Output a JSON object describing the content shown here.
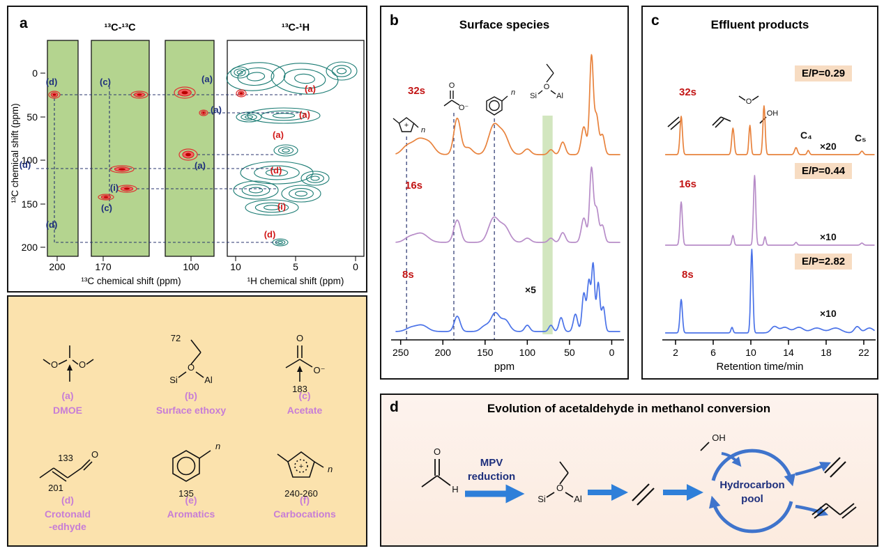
{
  "panel_a": {
    "label": "a",
    "plot": {
      "title_cc": "¹³C-¹³C",
      "title_ch": "¹³C-¹H",
      "ylabel": "¹³C chemical shift (ppm)",
      "xlabel_cc": "¹³C chemical shift (ppm)",
      "xlabel_ch": "¹H chemical shift (ppm)",
      "y_ticks": [
        "0",
        "50",
        "100",
        "150",
        "200"
      ],
      "cc_ticks": [
        "200",
        "170",
        "100"
      ],
      "ch_ticks": [
        "10",
        "5",
        "0"
      ]
    },
    "legend": {
      "items": [
        {
          "key": "(a)",
          "name": "DMOE",
          "name2": ""
        },
        {
          "key": "(b)",
          "name": "Surface ethoxy",
          "name2": "",
          "number": "72"
        },
        {
          "key": "(c)",
          "name": "Acetate",
          "name2": "",
          "number": "183"
        },
        {
          "key": "(d)",
          "name": "Crotonald",
          "name2": "-edhyde",
          "number": "133",
          "number2": "201"
        },
        {
          "key": "(e)",
          "name": "Aromatics",
          "name2": "",
          "number": "135"
        },
        {
          "key": "(f)",
          "name": "Carbocations",
          "name2": "",
          "number": "240-260"
        }
      ],
      "atoms": {
        "o": "O",
        "o_minus": "O⁻",
        "si": "Si",
        "al": "Al",
        "n": "n",
        "plus": "+"
      }
    }
  },
  "panel_b": {
    "label": "b",
    "title": "Surface species",
    "xlabel": "ppm",
    "scale_label": "×5",
    "series_labels": [
      "32s",
      "16s",
      "8s"
    ],
    "atoms": {
      "si": "Si",
      "o": "O",
      "al": "Al",
      "o_minus": "O⁻",
      "n": "n",
      "plus": "+"
    }
  },
  "panel_c": {
    "label": "c",
    "title": "Effluent products",
    "xlabel": "Retention time/min",
    "series_labels": [
      "32s",
      "16s",
      "8s"
    ],
    "badges": [
      "E/P=0.29",
      "E/P=0.44",
      "E/P=2.82"
    ],
    "scale_labels": [
      "×20",
      "×10",
      "×10"
    ],
    "annotations": {
      "oh": "OH",
      "o": "O",
      "c4": "C₄",
      "c5": "C₅"
    }
  },
  "panel_d": {
    "label": "d",
    "title": "Evolution of acetaldehyde in methanol conversion",
    "arrow_label_line1": "MPV",
    "arrow_label_line2": "reduction",
    "pool_line1": "Hydrocarbon",
    "pool_line2": "pool",
    "atoms": {
      "o": "O",
      "h": "H",
      "si": "Si",
      "al": "Al",
      "oh": "OH"
    }
  },
  "colors": {
    "trace_32s": "#e8823c",
    "trace_16s": "#b78cc8",
    "trace_8s": "#4a72e8",
    "strip_green": "#b4d48f",
    "highlight_green": "#cde3b8",
    "legend_bg": "#fbe2ad",
    "badge_bg": "#f7dcc2",
    "navy": "#1d2f7c",
    "red_label": "#d01616",
    "teal_contour": "#187a72",
    "purple_legend": "#c77dd6",
    "arrow_blue": "#2e7fd9"
  },
  "chart_data": [
    {
      "panel": "b",
      "type": "line",
      "title": "Surface species",
      "xlabel": "ppm",
      "x_axis": {
        "ticks": [
          250,
          200,
          150,
          100,
          50,
          0
        ],
        "range": [
          258,
          -12
        ],
        "reversed": true
      },
      "highlight_band_ppm": [
        82,
        70
      ],
      "dashed_guides_ppm": [
        243,
        187,
        139
      ],
      "series": [
        {
          "name": "32s",
          "color": "#e8823c",
          "baseline": 212,
          "peaks": [
            [
              243,
              10,
              6
            ],
            [
              228,
              22,
              8
            ],
            [
              215,
              12,
              6
            ],
            [
              183,
              52,
              4
            ],
            [
              170,
              10,
              5
            ],
            [
              140,
              40,
              6
            ],
            [
              128,
              28,
              6
            ],
            [
              100,
              8,
              4
            ],
            [
              72,
              7,
              3
            ],
            [
              58,
              18,
              3
            ],
            [
              33,
              40,
              3
            ],
            [
              24,
              140,
              2.2
            ],
            [
              18,
              55,
              2.5
            ],
            [
              11,
              28,
              2.5
            ]
          ]
        },
        {
          "name": "16s",
          "color": "#b78cc8",
          "baseline": 338,
          "peaks": [
            [
              240,
              6,
              6
            ],
            [
              226,
              13,
              8
            ],
            [
              183,
              32,
              4
            ],
            [
              140,
              34,
              6
            ],
            [
              127,
              22,
              6
            ],
            [
              100,
              6,
              4
            ],
            [
              72,
              6,
              3
            ],
            [
              58,
              14,
              3
            ],
            [
              33,
              35,
              3
            ],
            [
              24,
              105,
              2.2
            ],
            [
              18,
              48,
              2.5
            ],
            [
              11,
              24,
              2.5
            ]
          ]
        },
        {
          "name": "8s",
          "color": "#4a72e8",
          "baseline": 466,
          "peaks": [
            [
              238,
              5,
              6
            ],
            [
              225,
              9,
              7
            ],
            [
              183,
              22,
              3.5
            ],
            [
              150,
              8,
              5
            ],
            [
              138,
              26,
              5
            ],
            [
              126,
              16,
              5
            ],
            [
              100,
              9,
              3
            ],
            [
              72,
              9,
              2.5
            ],
            [
              60,
              20,
              2.5
            ],
            [
              43,
              25,
              2.5
            ],
            [
              33,
              55,
              2.2
            ],
            [
              27,
              72,
              2
            ],
            [
              22,
              95,
              1.8
            ],
            [
              16,
              70,
              2
            ],
            [
              10,
              35,
              2
            ]
          ]
        }
      ]
    },
    {
      "panel": "c",
      "type": "line",
      "title": "Effluent products",
      "xlabel": "Retention time/min",
      "x_axis": {
        "ticks": [
          2,
          6,
          10,
          14,
          18,
          22
        ],
        "range": [
          0.9,
          23.2
        ]
      },
      "series": [
        {
          "name": "32s",
          "ep_ratio": "E/P=0.29",
          "color": "#e8823c",
          "baseline": 212,
          "peaks": [
            [
              2.6,
              55,
              0.13
            ],
            [
              8.1,
              38,
              0.13
            ],
            [
              9.9,
              42,
              0.11
            ],
            [
              11.4,
              70,
              0.12
            ],
            [
              14.8,
              10,
              0.15
            ],
            [
              16.1,
              6,
              0.12
            ],
            [
              21.8,
              5,
              0.15
            ]
          ]
        },
        {
          "name": "16s",
          "ep_ratio": "E/P=0.44",
          "color": "#b78cc8",
          "baseline": 342,
          "peaks": [
            [
              2.6,
              62,
              0.13
            ],
            [
              8.1,
              14,
              0.11
            ],
            [
              10.4,
              100,
              0.12
            ],
            [
              11.5,
              12,
              0.1
            ],
            [
              14.8,
              4,
              0.12
            ],
            [
              21.8,
              3,
              0.15
            ]
          ]
        },
        {
          "name": "8s",
          "ep_ratio": "E/P=2.82",
          "color": "#4a72e8",
          "baseline": 468,
          "peaks": [
            [
              2.6,
              48,
              0.13
            ],
            [
              8.0,
              8,
              0.11
            ],
            [
              10.1,
              120,
              0.12
            ],
            [
              12.5,
              9,
              0.35
            ],
            [
              13.6,
              8,
              0.45
            ],
            [
              15.1,
              8,
              0.5
            ],
            [
              17,
              7,
              0.6
            ],
            [
              19,
              7,
              0.6
            ],
            [
              21.3,
              9,
              0.3
            ],
            [
              22.6,
              7,
              0.45
            ]
          ]
        }
      ]
    },
    {
      "panel": "a",
      "type": "2d-correlation",
      "red_peaks": [
        [
          66,
          126,
          8,
          5
        ],
        [
          188,
          126,
          12,
          5
        ],
        [
          253,
          123,
          15,
          8
        ],
        [
          280,
          152,
          6,
          4
        ],
        [
          258,
          212,
          13,
          8
        ],
        [
          163,
          233,
          17,
          5
        ],
        [
          170,
          261,
          14,
          5
        ],
        [
          140,
          273,
          11,
          4
        ],
        [
          334,
          124,
          7,
          5
        ]
      ],
      "teal_blobs": [
        [
          355,
          100,
          42,
          20,
          -4
        ],
        [
          425,
          103,
          48,
          22,
          4
        ],
        [
          478,
          92,
          22,
          13,
          0
        ],
        [
          332,
          94,
          13,
          8,
          0
        ],
        [
          395,
          156,
          52,
          11,
          0
        ],
        [
          345,
          158,
          18,
          7,
          0
        ],
        [
          398,
          206,
          17,
          8,
          0
        ],
        [
          385,
          238,
          52,
          16,
          0
        ],
        [
          355,
          263,
          32,
          13,
          0
        ],
        [
          420,
          268,
          28,
          12,
          0
        ],
        [
          440,
          246,
          20,
          10,
          0
        ],
        [
          378,
          288,
          38,
          11,
          0
        ],
        [
          390,
          338,
          11,
          5,
          0
        ]
      ],
      "navy_labels": [
        [
          62,
          112,
          "(d)"
        ],
        [
          139,
          112,
          "(c)"
        ],
        [
          285,
          108,
          "(a)"
        ],
        [
          298,
          152,
          "(a)"
        ],
        [
          275,
          232,
          "(a)"
        ],
        [
          24,
          231,
          "(d)"
        ],
        [
          152,
          264,
          "(i)"
        ],
        [
          141,
          293,
          "(c)"
        ],
        [
          62,
          317,
          "(d)"
        ]
      ],
      "red_labels": [
        [
          433,
          122,
          "(a)"
        ],
        [
          425,
          159,
          "(a)"
        ],
        [
          387,
          188,
          "(a)"
        ],
        [
          384,
          239,
          "(d)"
        ],
        [
          392,
          291,
          "(i)"
        ],
        [
          375,
          331,
          "(d)"
        ]
      ],
      "dash_h": [
        [
          74,
          424,
          126
        ],
        [
          286,
          418,
          152
        ],
        [
          271,
          382,
          212
        ],
        [
          40,
          380,
          232
        ],
        [
          184,
          386,
          261
        ],
        [
          68,
          386,
          338
        ]
      ],
      "dash_v": [
        [
          66,
          131,
          338
        ],
        [
          145,
          114,
          288
        ]
      ]
    }
  ]
}
